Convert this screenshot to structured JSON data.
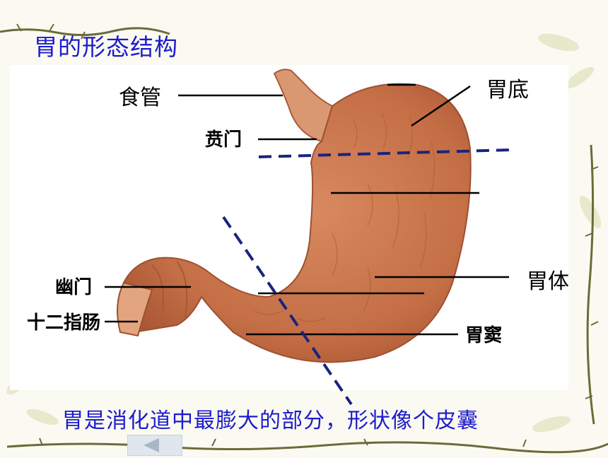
{
  "slide": {
    "title": "胃的形态结构",
    "caption": "胃是消化道中最膨大的部分，形状像个皮囊"
  },
  "labels": {
    "esophagus": "食管",
    "cardia": "贲门",
    "fundus": "胃底",
    "body": "胃体",
    "pylorus": "幽门",
    "duodenum": "十二指肠",
    "antrum": "胃窦"
  },
  "colors": {
    "title": "#1c1ccc",
    "dashed_line": "#1a237e",
    "stomach": "#c9734a",
    "background": "#fbfaf2"
  },
  "navigation": {
    "prev_icon": "left-arrow-icon"
  }
}
